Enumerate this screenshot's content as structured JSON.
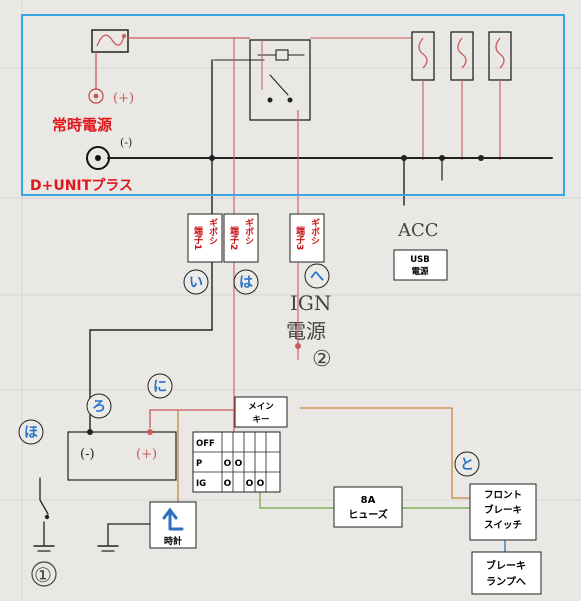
{
  "labels": {
    "const_power": "常時電源",
    "plus": "(+)",
    "minus": "(-)",
    "dunit": "D+UNITプラス",
    "acc": "ACC",
    "usb": "USB\n電源",
    "ign_1": "IGN",
    "ign_2": "電源",
    "ign_num": "②",
    "ground_num": "①",
    "battery_minus": "(-)",
    "battery_plus": "(+)"
  },
  "tags": [
    {
      "col1": "端子1",
      "col2": "ギボシ"
    },
    {
      "col1": "端子2",
      "col2": "ギボシ"
    },
    {
      "col1": "端子3",
      "col2": "ギボシ"
    }
  ],
  "circles": [
    "い",
    "は",
    "へ",
    "ろ",
    "に",
    "ほ",
    "と"
  ],
  "main_key": {
    "title": "メイン\nキー",
    "rows": [
      {
        "label": "OFF",
        "cells": [
          "",
          "",
          "",
          "",
          ""
        ]
      },
      {
        "label": "P",
        "cells": [
          "O",
          "O",
          "",
          "",
          ""
        ]
      },
      {
        "label": "IG",
        "cells": [
          "O",
          "",
          "O",
          "O",
          ""
        ]
      }
    ]
  },
  "fuse": "8A\nヒューズ",
  "front_brake": "フロント\nブレーキ\nスイッチ",
  "brake_lamp": "ブレーキ\nランプへ",
  "clock": "時計",
  "colors": {
    "blue_frame": "#37a6e3",
    "red_label": "#e0161b",
    "circle_blue": "#2a74c9",
    "wire_red": "#c85a5a",
    "wire_orange": "#c9853e",
    "wire_green": "#7fb257",
    "wire_blue": "#3c84c6",
    "clock_icon": "#2f6fbf"
  }
}
